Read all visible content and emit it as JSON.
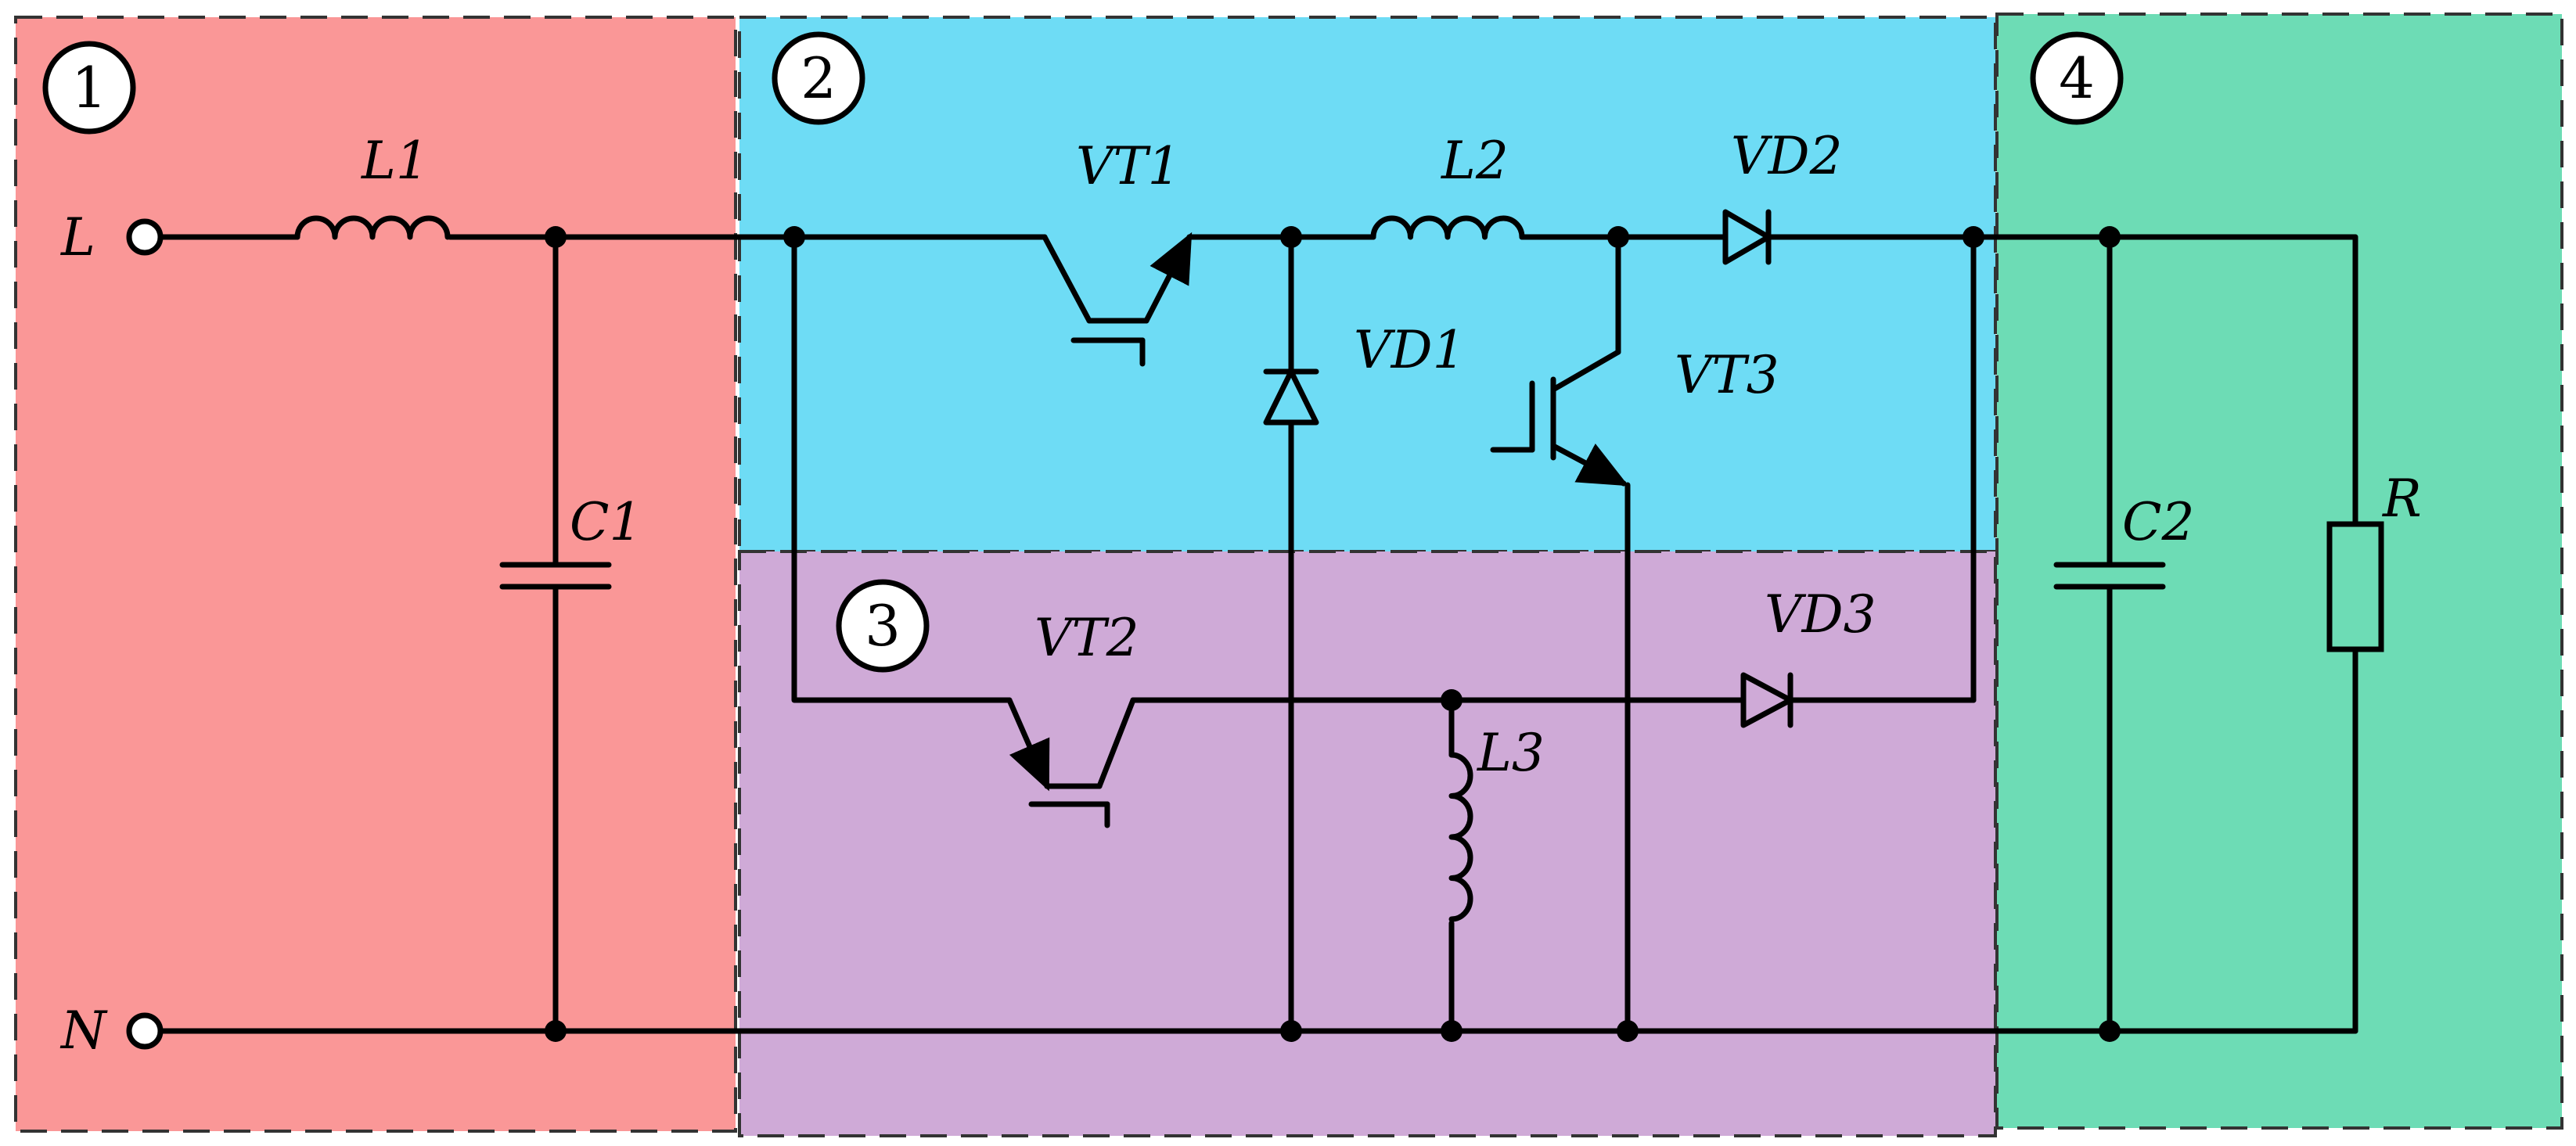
{
  "diagram": {
    "regions": [
      {
        "id": "1",
        "color": "#fa9797"
      },
      {
        "id": "2",
        "color": "#6edcf5"
      },
      {
        "id": "3",
        "color": "#cfaad7"
      },
      {
        "id": "4",
        "color": "#6ddcb5"
      }
    ],
    "terminals": {
      "line": "L",
      "neutral": "N"
    },
    "components": {
      "L1": "L1",
      "C1": "C1",
      "VT1": "VT1",
      "VD1": "VD1",
      "L2": "L2",
      "VT3": "VT3",
      "VD2": "VD2",
      "VT2": "VT2",
      "L3": "L3",
      "VD3": "VD3",
      "C2": "C2",
      "R": "R"
    }
  }
}
